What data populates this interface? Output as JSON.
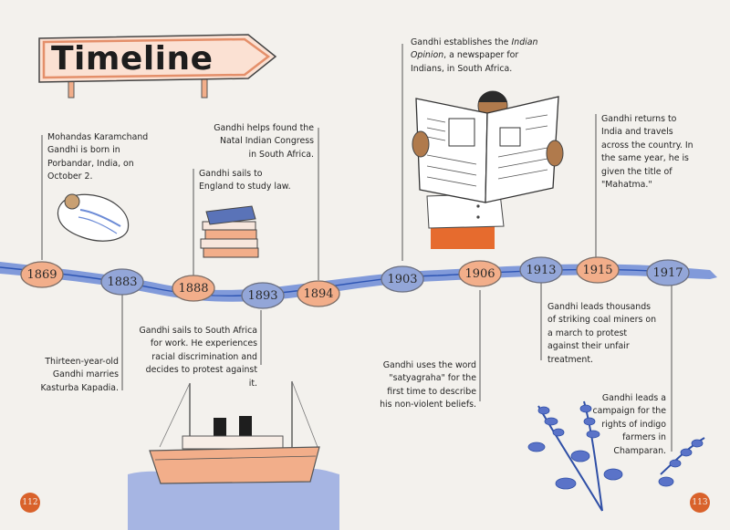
{
  "title": "Timeline",
  "years": [
    "1869",
    "1883",
    "1888",
    "1893",
    "1894",
    "1903",
    "1906",
    "1913",
    "1915",
    "1917"
  ],
  "events": {
    "e1869": "Mohandas Karamchand Gandhi is born in Porbandar, India, on October 2.",
    "e1883": "Thirteen-year-old Gandhi marries Kasturba Kapadia.",
    "e1888": "Gandhi sails to England to study law.",
    "e1893": "Gandhi sails to South Africa for work. He experiences racial discrimination and decides to protest against it.",
    "e1894": "Gandhi helps found the Natal Indian Congress in South Africa.",
    "e1903_a": "Gandhi establishes the",
    "e1903_b": "Indian Opinion",
    "e1903_c": ", a newspaper for Indians, in South Africa.",
    "e1906": "Gandhi uses the word \"satyagraha\" for the first time to describe his non-violent beliefs.",
    "e1913": "Gandhi leads thousands of striking coal miners on a march to protest against their unfair treatment.",
    "e1915": "Gandhi returns to India and travels across the country. In the same year, he is given the title of \"Mahatma.\"",
    "e1917": "Gandhi leads a campaign for the rights of indigo farmers in Champaran."
  },
  "page_numbers": {
    "left": "112",
    "right": "113"
  },
  "colors": {
    "background": "#f3f1ed",
    "road": "#6c8bd6",
    "orange_badge": "#f2ae8a",
    "blue_badge": "#93a6d8",
    "page_badge": "#d9622b",
    "sign": "#fbe1d3"
  }
}
